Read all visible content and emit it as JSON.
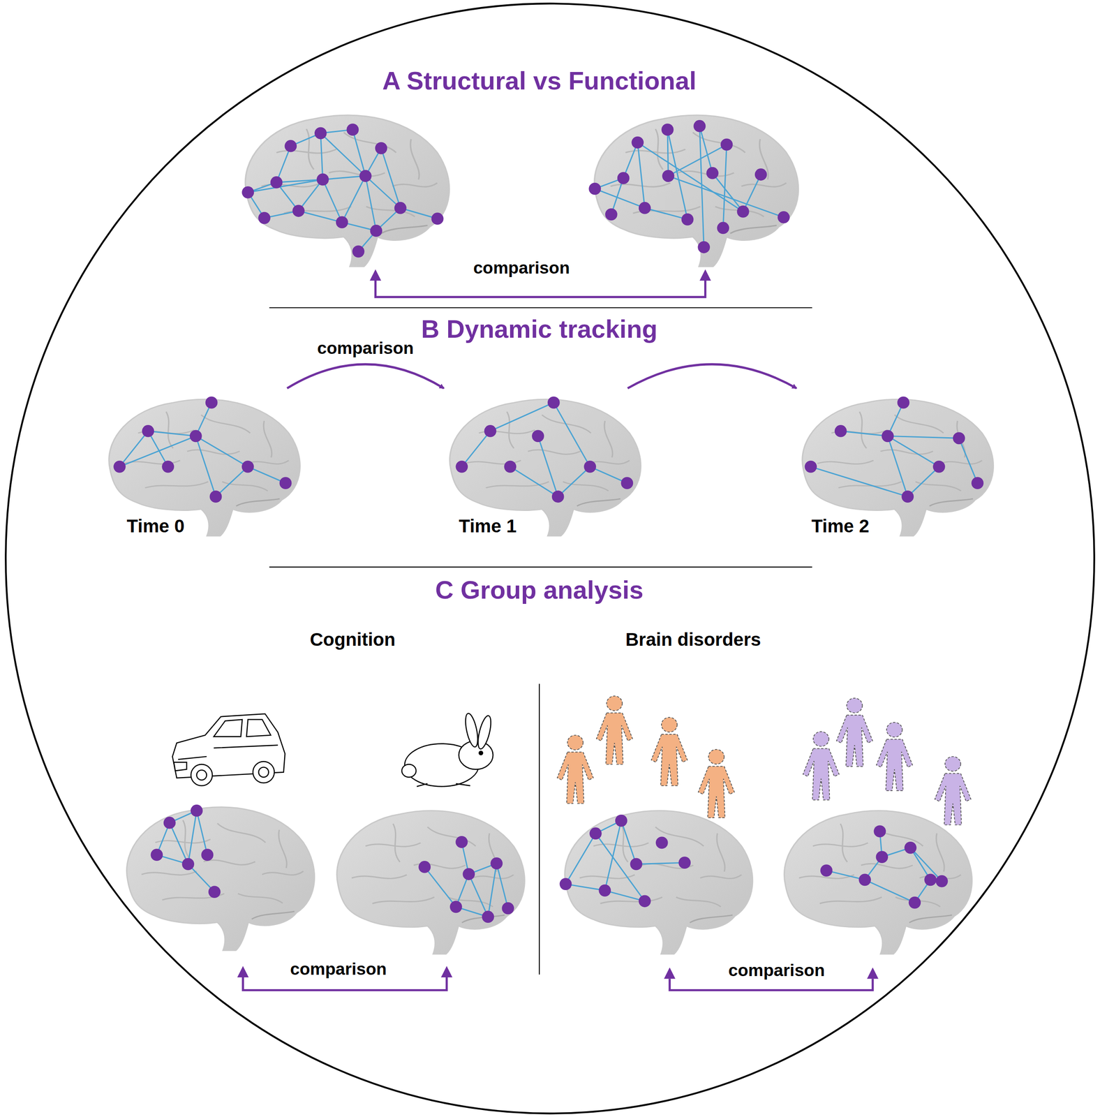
{
  "diagram": {
    "nodes": [
      {
        "text": [
          "Time 0"
        ]
      },
      {
        "text": [
          "Time 1"
        ]
      },
      {
        "text": [
          "Time 2"
        ]
      }
    ],
    "edges": [
      {
        "from": 0,
        "to": 1,
        "arrow": "to",
        "label": "comparison"
      },
      {
        "from": 1,
        "to": 2,
        "arrow": "to"
      }
    ],
    "labels": [
      "A Structural vs Functional",
      "comparison",
      "B Dynamic tracking",
      "C Group analysis",
      "Cognition",
      "Brain disorders",
      "comparison",
      "comparison"
    ]
  }
}
